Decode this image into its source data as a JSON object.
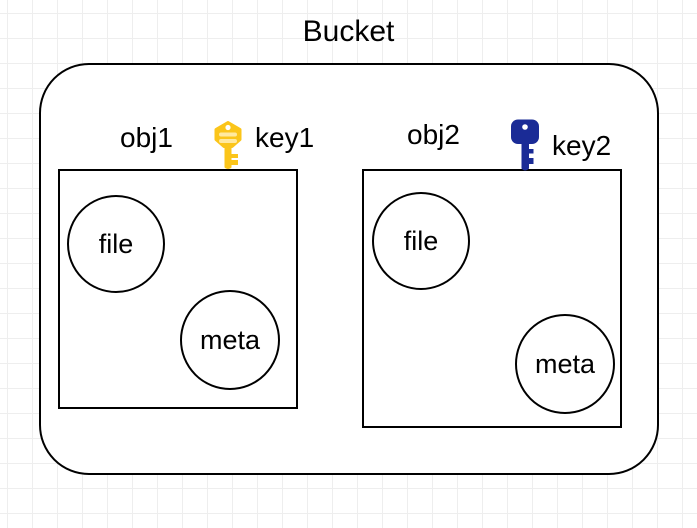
{
  "diagram": {
    "title": "Bucket",
    "objects": [
      {
        "name": "obj1",
        "key": {
          "label": "key1",
          "icon": "gold-key-icon",
          "color": "#FBC51A",
          "stripe_color": "#FFE9A0"
        },
        "children": [
          {
            "label": "file"
          },
          {
            "label": "meta"
          }
        ]
      },
      {
        "name": "obj2",
        "key": {
          "label": "key2",
          "icon": "navy-key-icon",
          "color": "#1A2B96"
        },
        "children": [
          {
            "label": "file"
          },
          {
            "label": "meta"
          }
        ]
      }
    ],
    "colors": {
      "stroke": "#000000",
      "fill": "#ffffff",
      "grid": "#eeeeee",
      "key1": "#FBC51A",
      "key1_stripe": "#FFE9A0",
      "key2": "#1A2B96"
    }
  }
}
